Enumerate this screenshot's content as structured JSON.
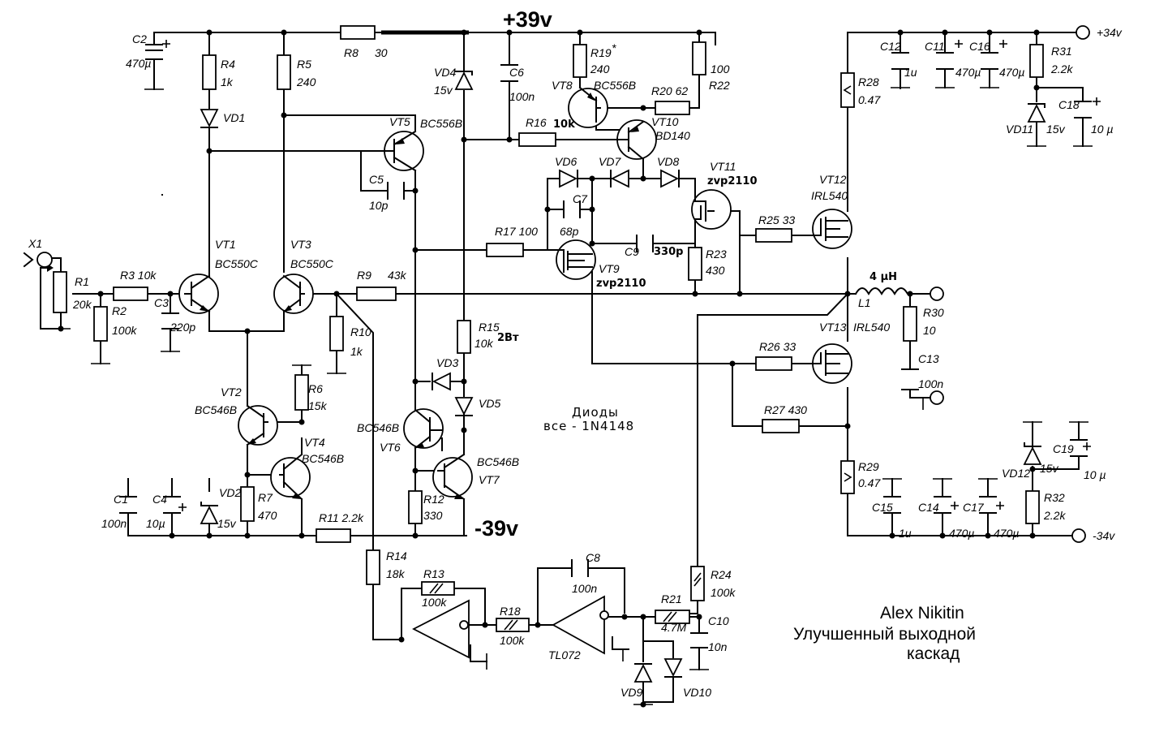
{
  "supplies": {
    "pos_main": "+39v",
    "neg_main": "-39v",
    "pos_out": "+34v",
    "neg_out": "-34v"
  },
  "title": [
    "Alex Nikitin",
    "Улучшенный выходной",
    "каскад"
  ],
  "note": [
    "Диоды",
    "все - 1N4148"
  ],
  "labels": {
    "X1": "X1",
    "R1": "R1",
    "R1v": "20k",
    "R2": "R2",
    "R2v": "100k",
    "R3": "R3 10k",
    "C3": "C3",
    "C3v": "220p",
    "C2": "C2",
    "C2v": "470µ",
    "R4": "R4",
    "R4v": "1k",
    "VD1": "VD1",
    "R5": "R5",
    "R5v": "240",
    "R8": "R8",
    "R8v": "30",
    "VT1": "VT1",
    "VT1t": "BC550C",
    "VT3": "VT3",
    "VT3t": "BC550C",
    "VT5": "VT5",
    "VT5t": "BC556B",
    "C5": "C5",
    "C5v": "10p",
    "VD4": "VD4",
    "VD4v": "15v",
    "C6": "C6",
    "C6v": "100n",
    "R19": "R19",
    "R19s": "*",
    "R19v": "240",
    "VT8": "VT8",
    "VT8t": "BC556B",
    "R20": "R20 62",
    "R22": "R22",
    "R22v": "100",
    "R16": "R16",
    "R16v": "10k",
    "VT10": "VT10",
    "VT10t": "BD140",
    "VD6": "VD6",
    "VD7": "VD7",
    "VD8": "VD8",
    "VT11": "VT11",
    "VT11t": "zvp2110",
    "C7": "C7",
    "C7v": "68p",
    "R17": "R17 100",
    "C9": "C9",
    "C9v": "330p",
    "R23": "R23",
    "R23v": "430",
    "VT9": "VT9",
    "VT9t": "zvp2110",
    "R25": "R25 33",
    "VT12": "VT12",
    "VT12t": "IRL540",
    "R9": "R9",
    "R9v": "43k",
    "R10": "R10",
    "R10v": "1k",
    "L1v": "4 µH",
    "L1": "L1",
    "R30": "R30",
    "R30v": "10",
    "C13": "C13",
    "C13v": "100n",
    "R15": "R15",
    "R15v": "10k",
    "R15p": "2Вт",
    "VD3": "VD3",
    "VD5": "VD5",
    "VT2": "VT2",
    "VT2t": "BC546B",
    "R6": "R6",
    "R6v": "15k",
    "VT4": "VT4",
    "VT4t": "BC546B",
    "VT6": "VT6",
    "VT6t": "BC546B",
    "VT7": "VT7",
    "VT7t": "BC546B",
    "R26": "R26 33",
    "VT13": "VT13",
    "VT13t": "IRL540",
    "R27": "R27 430",
    "R28": "R28",
    "R28v": "0.47",
    "R29": "R29",
    "R29v": "0.47",
    "C1": "C1",
    "C1v": "100n",
    "C4": "C4",
    "C4v": "10µ",
    "VD2": "VD2",
    "VD2v": "15v",
    "R7": "R7",
    "R7v": "470",
    "R11": "R11 2.2k",
    "R12": "R12",
    "R12v": "330",
    "R14": "R14",
    "R14v": "18k",
    "R13": "R13",
    "R13v": "100k",
    "R18": "R18",
    "R18v": "100k",
    "C8": "C8",
    "C8v": "100n",
    "TL072": "TL072",
    "R21": "R21",
    "R21v": "4.7M",
    "C10": "C10",
    "C10v": "10n",
    "R24": "R24",
    "R24v": "100k",
    "VD9": "VD9",
    "VD10": "VD10",
    "C12": "C12",
    "C12v": "1u",
    "C11": "C11",
    "C11v": "470µ",
    "C16": "C16",
    "C16v": "470µ",
    "R31": "R31",
    "R31v": "2.2k",
    "C18": "C18",
    "C18v": "10 µ",
    "VD11": "VD11",
    "VD11v": "15v",
    "C15": "C15",
    "C15v": "1u",
    "C14": "C14",
    "C14v": "470µ",
    "C17": "C17",
    "C17v": "470µ",
    "VD12": "VD12",
    "VD12v": "15v",
    "C19": "C19",
    "C19v": "10 µ",
    "R32": "R32",
    "R32v": "2.2k"
  }
}
